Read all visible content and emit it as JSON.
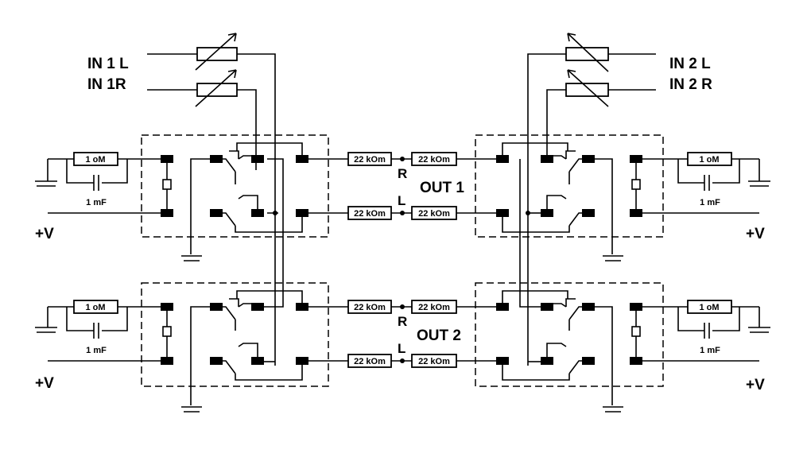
{
  "inputs": {
    "in1_left": "IN 1 L",
    "in1_right": "IN 1R",
    "in2_left": "IN 2 L",
    "in2_right": "IN 2 R"
  },
  "outputs": {
    "out1": "OUT 1",
    "out2": "OUT 2"
  },
  "channel_letters": {
    "right": "R",
    "left": "L"
  },
  "supply": "+V",
  "components": {
    "mixing_resistor": "22 kOm",
    "relay_resistor": "1 oM",
    "relay_capacitor": "1 mF"
  }
}
